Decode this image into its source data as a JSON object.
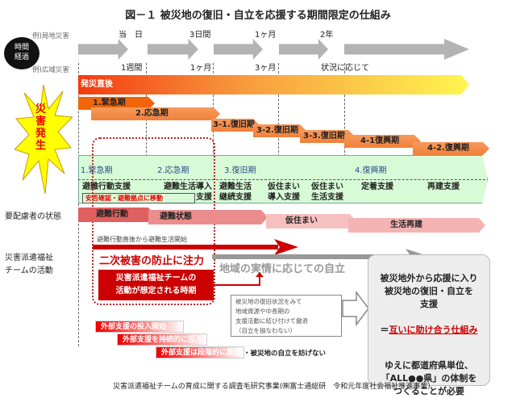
{
  "title": "図－１ 被災地の復旧・自立を応援する期間限定の仕組み",
  "time_badge": "時間\n経過",
  "local_example": "例)局地災害",
  "wide_example": "例)広域災害",
  "local_marks": [
    "当　日",
    "3日間",
    "1ヶ月",
    "2年"
  ],
  "wide_marks": [
    "1週間",
    "1ヶ月",
    "3ヶ月",
    "状況に応じて"
  ],
  "disaster_burst": "災害発生",
  "immediate_bar": "発災直後",
  "phases": [
    "1.緊急期",
    "2.応急期",
    "3-1.復旧期",
    "3-2.復旧期",
    "3-3.復旧期",
    "4-1復興期",
    "4-2.復興期"
  ],
  "support_periods": [
    "1.緊急期",
    "2.応急期",
    "3.復旧期",
    "4.復興期"
  ],
  "support_items": [
    "避難行動支援",
    "避難生活導入\n支援",
    "避難生活\n継続支援",
    "仮住まい\n導入支援",
    "仮住まい\n生活支援",
    "定着支援",
    "再建支援"
  ],
  "support_note": "安否確認・避難拠点に移動",
  "status_label": "要配慮者の状態",
  "status_items": [
    "避難行動",
    "避難状態",
    "仮住まい",
    "生活再建"
  ],
  "evac_text": "避難行動直後から避難生活開始",
  "team_label": "災害派遣福祉\nチームの活動",
  "prevent_text": "二次被害の防止に注力",
  "independence_text": "地域の実情に応じての自立",
  "team_period_box": "災害派遣福祉チームの\n活動が想定される時期",
  "withdraw_box": "被災地の復旧状況をみて\n地域資源や中長期の\n支援活動に結び付けて撤退\n（自立を損なわない）",
  "external": [
    "外部支援の投入開始",
    "外部支援を持続的に投入",
    "外部支援は段階的に撤退"
  ],
  "external_suffix": "・被災地の自立を妨げない",
  "right_box": {
    "line1": "被災地外から応援に入り\n被災地の復旧・自立を\n支援",
    "eq": "＝",
    "mutual": "互いに助け合う仕組み",
    "line2": "ゆえに都道府県単位、\n「ALL●●県」の体制を\nつくることが必要"
  },
  "footer": "災害派遣福祉チームの育成に関する調査毛研究事業(㈱富士通総研　令和元年度社会福祉推進事業)",
  "colors": {
    "red": "#cc0000",
    "orange": "#f0803a",
    "green": "#d7fbd7",
    "gray": "#b3b3b3"
  }
}
